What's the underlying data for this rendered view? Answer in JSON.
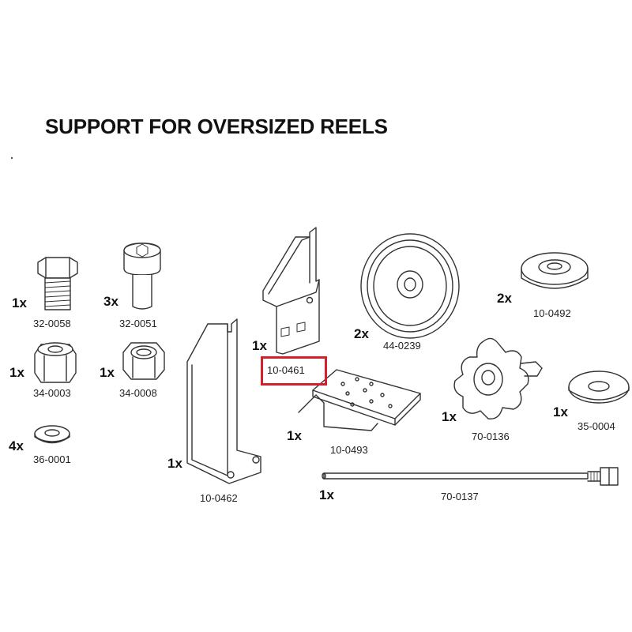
{
  "title": "SUPPORT FOR OVERSIZED REELS",
  "highlight_color": "#d4202a",
  "highlighted_part": "10-0461",
  "parts": [
    {
      "id": "bolt",
      "qty": "1x",
      "code": "32-0058"
    },
    {
      "id": "cap-screw",
      "qty": "3x",
      "code": "32-0051"
    },
    {
      "id": "nylon-lock-nut",
      "qty": "1x",
      "code": "34-0003"
    },
    {
      "id": "hex-nut",
      "qty": "1x",
      "code": "34-0008"
    },
    {
      "id": "flat-washer",
      "qty": "4x",
      "code": "36-0001"
    },
    {
      "id": "tall-bracket",
      "qty": "1x",
      "code": "10-0462"
    },
    {
      "id": "slotted-bracket",
      "qty": "1x",
      "code": "10-0461"
    },
    {
      "id": "perforated-plate-bracket",
      "qty": "1x",
      "code": "10-0493"
    },
    {
      "id": "pulley-wheel",
      "qty": "2x",
      "code": "44-0239"
    },
    {
      "id": "spacer-disc",
      "qty": "2x",
      "code": "10-0492"
    },
    {
      "id": "star-knob",
      "qty": "1x",
      "code": "70-0136"
    },
    {
      "id": "large-washer",
      "qty": "1x",
      "code": "35-0004"
    },
    {
      "id": "threaded-rod",
      "qty": "1x",
      "code": "70-0137"
    }
  ]
}
